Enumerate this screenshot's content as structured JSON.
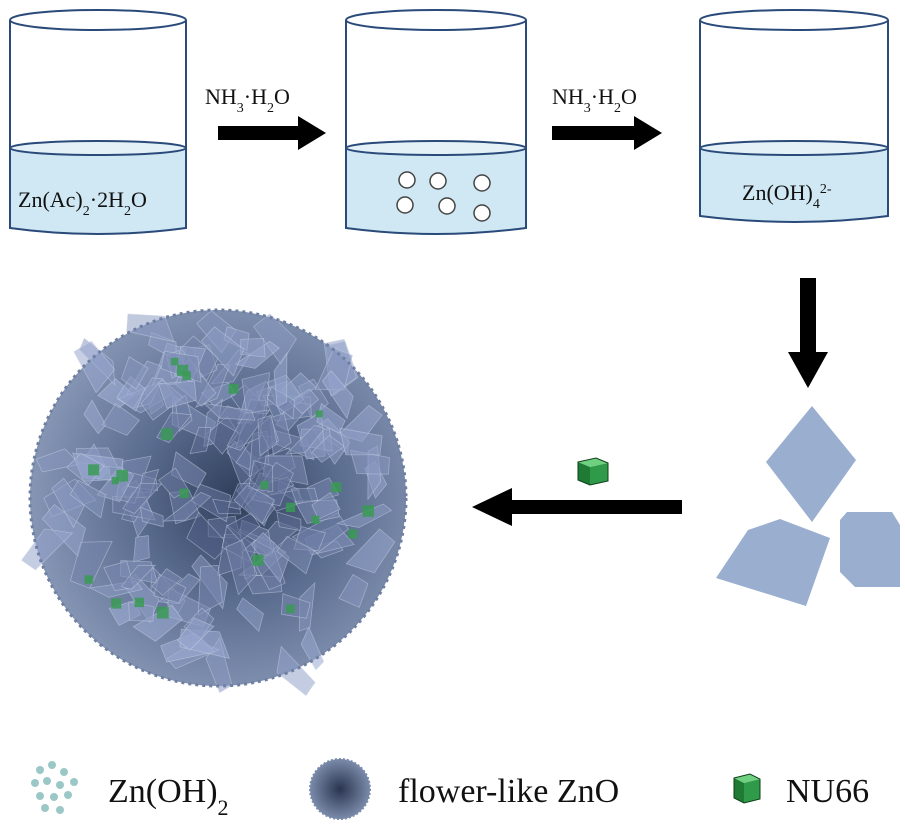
{
  "beakers": [
    {
      "label_main": "Zn(Ac)",
      "label_sub": "2",
      "label_tail": "·2H",
      "label_sub2": "2",
      "label_end": "O"
    },
    {
      "particles": 6
    },
    {
      "label_main": "Zn(OH)",
      "label_sub": "4",
      "label_sup": "2-"
    }
  ],
  "arrows": [
    {
      "reagent_main": "NH",
      "reagent_sub": "3",
      "reagent_mid": "·H",
      "reagent_sub2": "2",
      "reagent_end": "O"
    },
    {
      "reagent_main": "NH",
      "reagent_sub": "3",
      "reagent_mid": "·H",
      "reagent_sub2": "2",
      "reagent_end": "O"
    }
  ],
  "colors": {
    "solution": "#cfe8f3",
    "solution_edge": "#2a4a7a",
    "beaker_line": "#2a4a7a",
    "arrow": "#000000",
    "sheet": "#9aaecf",
    "flower_dark": "#3e4f6e",
    "flower_light": "#8f9fbf",
    "nu66": "#2f9a4a",
    "particle": "#9cc7c7"
  },
  "legend": [
    {
      "text_main": "Zn(OH)",
      "text_sub": "2",
      "icon": "particles-icon"
    },
    {
      "text_main": "flower-like ZnO",
      "icon": "flower-icon"
    },
    {
      "text_main": "NU66",
      "icon": "green-cube-icon"
    }
  ]
}
